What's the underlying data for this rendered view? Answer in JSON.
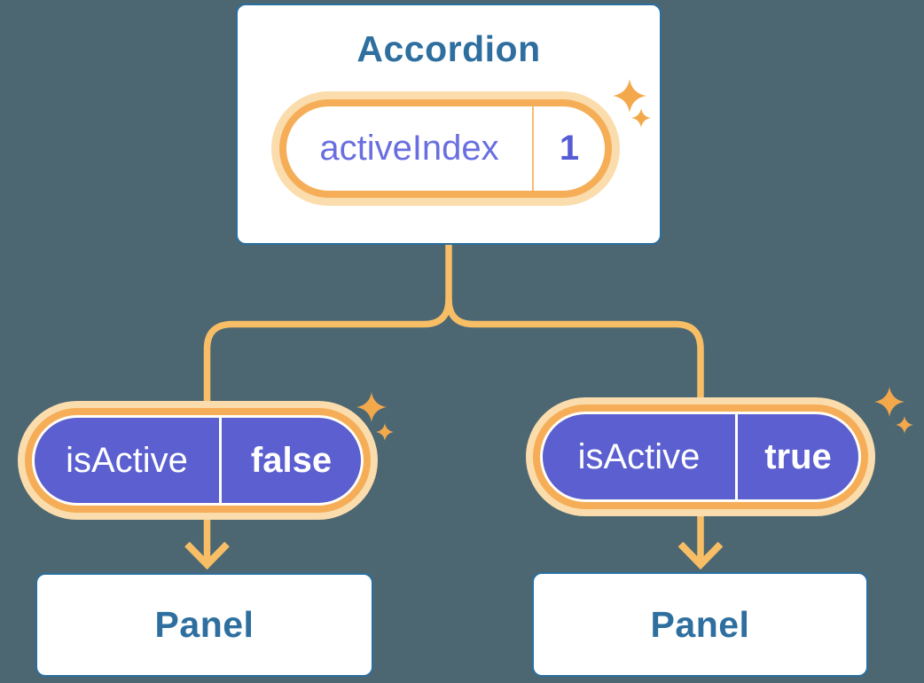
{
  "background_color": "#4C6772",
  "palette": {
    "card_background": "#FFFFFF",
    "card_border_blue": "#2A6FA0",
    "title_text_blue": "#2E6F9F",
    "pill_ring_orange": "#F5AE57",
    "pill_glow_orange": "#FBDCAC",
    "connector_orange": "#F7BE66",
    "sparkle_orange": "#F4A84C",
    "pill_purple": "#5B5FD0",
    "state_text_purple": "#6A6FE0",
    "state_value_purple": "#575CD6",
    "pill_text_white": "#FFFFFF"
  },
  "icons": {
    "sparkle": "sparkle-icon",
    "arrow": "arrow-down-icon"
  },
  "accordion": {
    "title": "Accordion",
    "state": {
      "name": "activeIndex",
      "value": "1"
    }
  },
  "children": [
    {
      "state": {
        "name": "isActive",
        "value": "false"
      },
      "panel": {
        "title": "Panel"
      }
    },
    {
      "state": {
        "name": "isActive",
        "value": "true"
      },
      "panel": {
        "title": "Panel"
      }
    }
  ]
}
